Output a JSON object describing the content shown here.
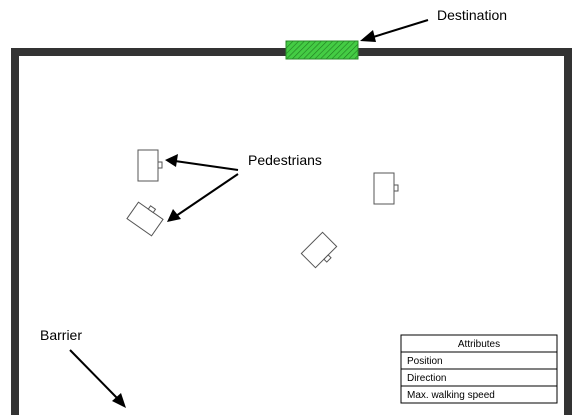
{
  "labels": {
    "destination": "Destination",
    "pedestrians": "Pedestrians",
    "barrier": "Barrier"
  },
  "attributes_table": {
    "header": "Attributes",
    "rows": [
      "Position",
      "Direction",
      "Max. walking speed"
    ]
  },
  "colors": {
    "barrier": "#333333",
    "destination": "#44cc44",
    "pedestrian_outline": "#555555"
  },
  "pedestrian_count": 4
}
